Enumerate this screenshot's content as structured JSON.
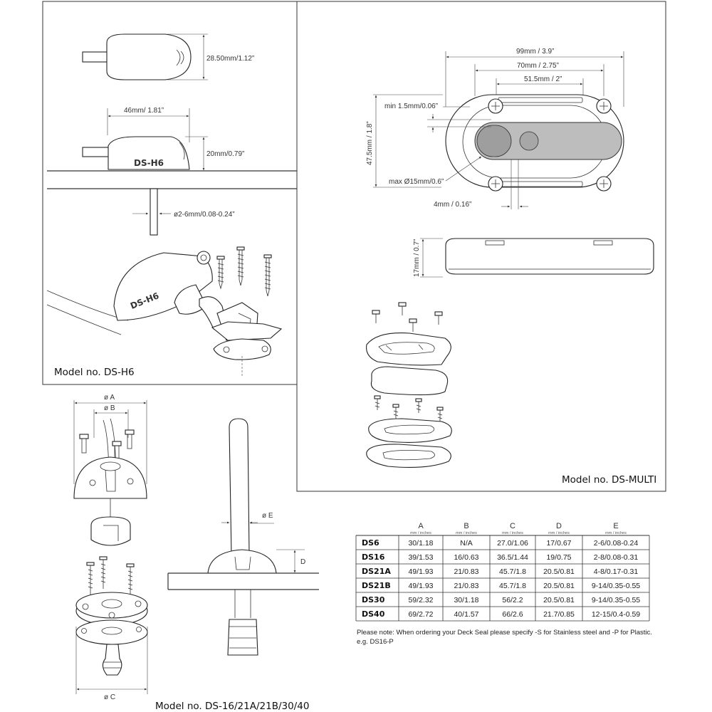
{
  "ds_h6": {
    "dims": {
      "height_top": "28.50mm/1.12”",
      "length": "46mm/ 1.81”",
      "height_side": "20mm/0.79”",
      "cable": "ø2-6mm/0.08-0.24”"
    },
    "embossed": "DS-H6",
    "model_label": "Model no. DS-H6"
  },
  "ds_multi": {
    "dims": {
      "overall_length": "99mm / 3.9”",
      "hole_spacing": "70mm / 2.75”",
      "slot_length": "51.5mm / 2”",
      "min_cable": "min 1.5mm/0.06”",
      "width": "47.5mm / 1.8”",
      "max_cable": "max Ø15mm/0.6”",
      "slot_gap": "4mm / 0.16”",
      "height": "17mm / 0.7”"
    },
    "model_label": "Model no. DS-MULTI"
  },
  "ds_round": {
    "dims": {
      "a": "ø A",
      "b": "ø B",
      "c": "ø C",
      "d": "D",
      "e": "ø E"
    },
    "model_label": "Model no. DS-16/21A/21B/30/40"
  },
  "table": {
    "columns": [
      "A",
      "B",
      "C",
      "D",
      "E"
    ],
    "unit": "mm / inches",
    "rows": [
      {
        "model": "DS6",
        "cells": [
          "30/1.18",
          "N/A",
          "27.0/1.06",
          "17/0.67",
          "2-6/0.08-0.24"
        ]
      },
      {
        "model": "DS16",
        "cells": [
          "39/1.53",
          "16/0.63",
          "36.5/1.44",
          "19/0.75",
          "2-8/0.08-0.31"
        ]
      },
      {
        "model": "DS21A",
        "cells": [
          "49/1.93",
          "21/0.83",
          "45.7/1.8",
          "20.5/0.81",
          "4-8/0.17-0.31"
        ]
      },
      {
        "model": "DS21B",
        "cells": [
          "49/1.93",
          "21/0.83",
          "45.7/1.8",
          "20.5/0.81",
          "9-14/0.35-0.55"
        ]
      },
      {
        "model": "DS30",
        "cells": [
          "59/2.32",
          "30/1.18",
          "56/2.2",
          "20.5/0.81",
          "9-14/0.35-0.55"
        ]
      },
      {
        "model": "DS40",
        "cells": [
          "69/2.72",
          "40/1.57",
          "66/2.6",
          "21.7/0.85",
          "12-15/0.4-0.59"
        ]
      }
    ],
    "note_line1": "Please note: When ordering your Deck Seal please specify -S for Stainless steel and -P for Plastic.",
    "note_line2": "e.g. DS16-P"
  }
}
